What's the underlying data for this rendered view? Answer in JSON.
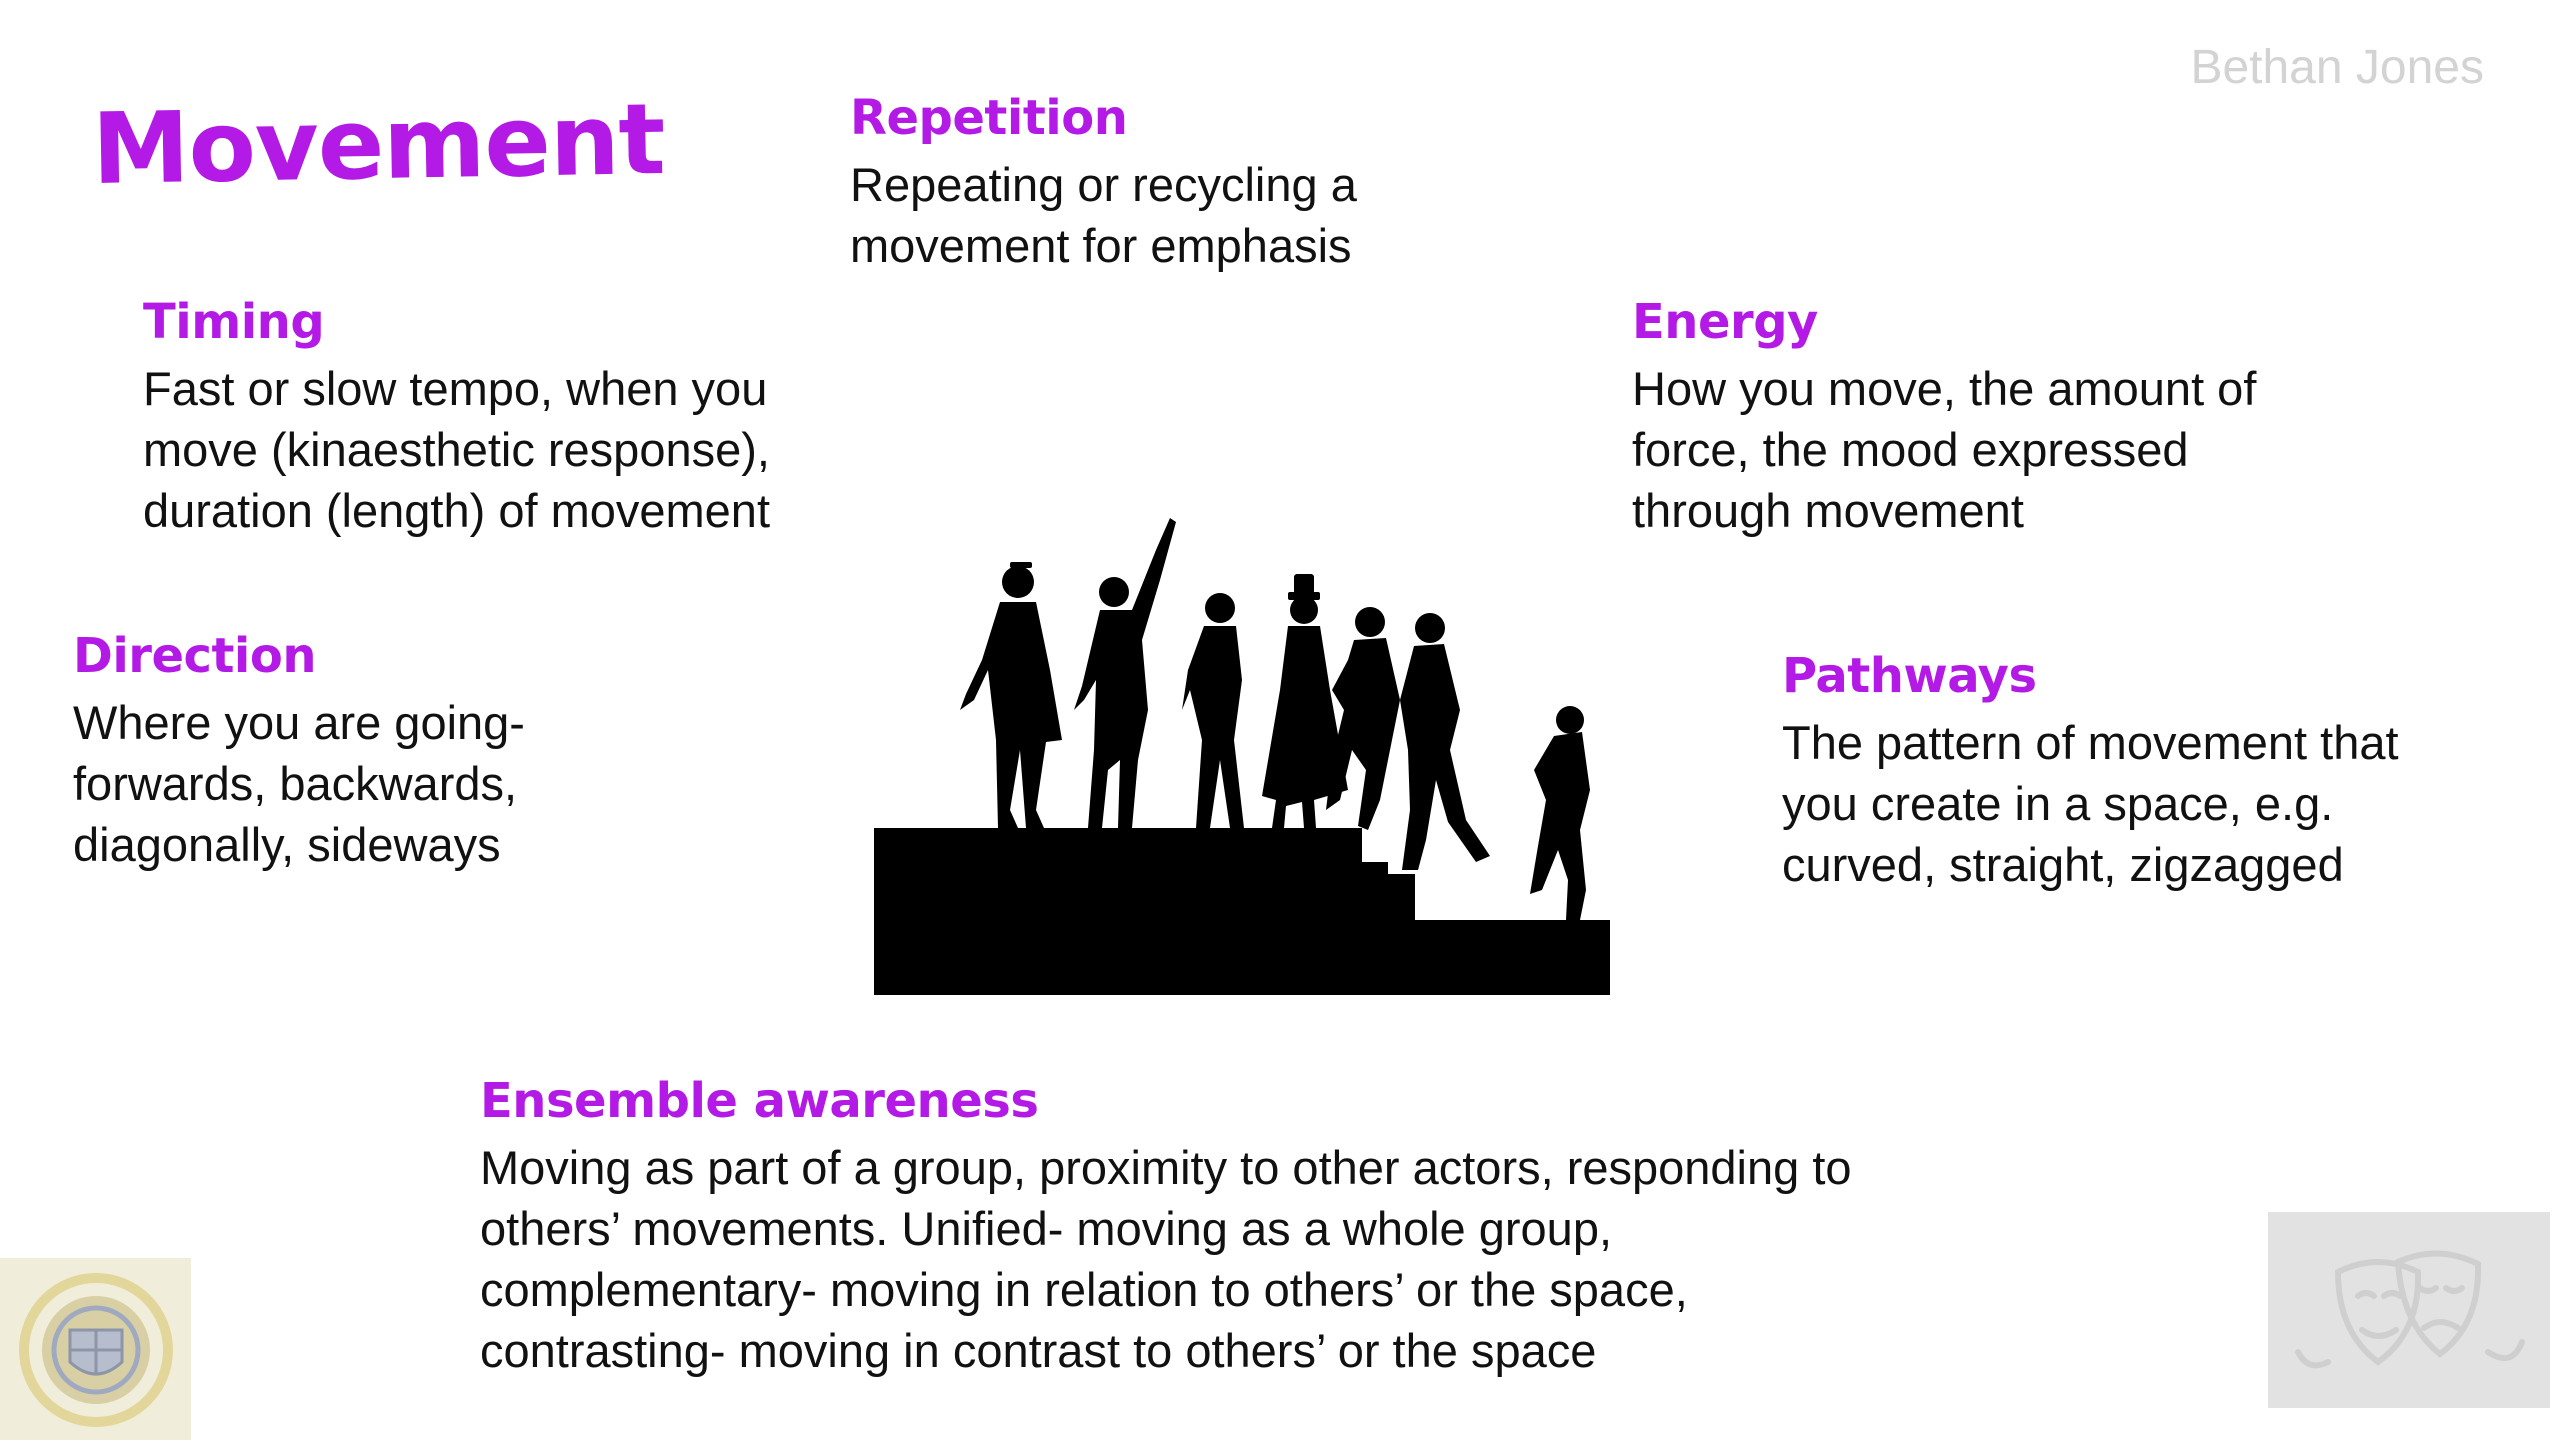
{
  "page": {
    "title": "Movement",
    "author": "Bethan Jones"
  },
  "sections": {
    "repetition": {
      "heading": "Repetition",
      "body": "Repeating or recycling a\nmovement for emphasis"
    },
    "timing": {
      "heading": "Timing",
      "body": "Fast or slow tempo, when you\nmove (kinaesthetic response),\nduration (length) of movement"
    },
    "energy": {
      "heading": "Energy",
      "body": "How you move, the amount of\nforce, the mood expressed\nthrough movement"
    },
    "direction": {
      "heading": "Direction",
      "body": "Where you are going-\nforwards, backwards,\ndiagonally, sideways"
    },
    "pathways": {
      "heading": "Pathways",
      "body": "The pattern of movement that\nyou create in a space, e.g.\ncurved, straight, zigzagged"
    },
    "ensemble": {
      "heading": "Ensemble awareness",
      "body": "Moving as part of a group, proximity to other actors, responding to\nothers’ movements. Unified- moving as a whole group,\ncomplementary- moving in relation to others’ or the space,\ncontrasting- moving in contrast to others’ or the space"
    }
  },
  "images": {
    "center": "dancers-on-stairs-silhouette",
    "bottom_left": "school-crest-logo",
    "bottom_right": "theatre-masks-icon"
  },
  "colors": {
    "accent": "#b31ae6",
    "text": "#111111",
    "author": "#d3d3d3",
    "silhouette": "#000000"
  }
}
